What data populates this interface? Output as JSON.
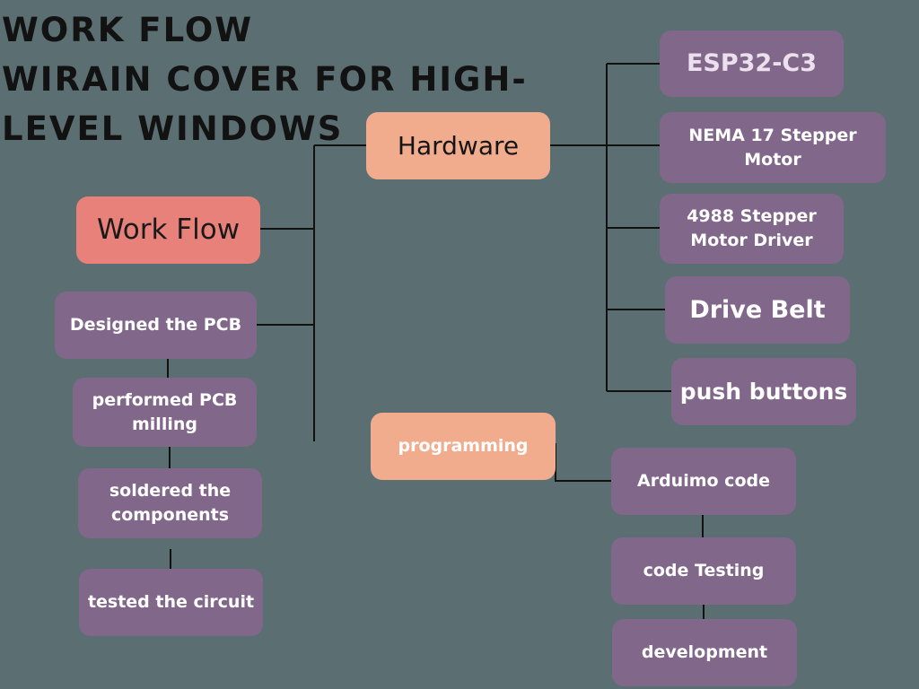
{
  "title": "WORK FLOW\nWIRAIN COVER FOR HIGH-\nLEVEL WINDOWS",
  "root": {
    "label": "Work Flow"
  },
  "hardware": {
    "label": "Hardware",
    "items": [
      "ESP32-C3",
      "NEMA 17 Stepper Motor",
      "4988 Stepper Motor Driver",
      "Drive Belt",
      "push buttons"
    ]
  },
  "pcb_steps": [
    "Designed the PCB",
    "performed PCB milling",
    "soldered the components",
    "tested the circuit"
  ],
  "programming": {
    "label": "programming",
    "items": [
      "Arduimo code",
      "code Testing",
      "development"
    ]
  },
  "colors": {
    "background": "#5b6e72",
    "root_box": "#e8817a",
    "branch_box": "#f1ac8e",
    "leaf_box": "#81688a",
    "connector": "#111111"
  }
}
